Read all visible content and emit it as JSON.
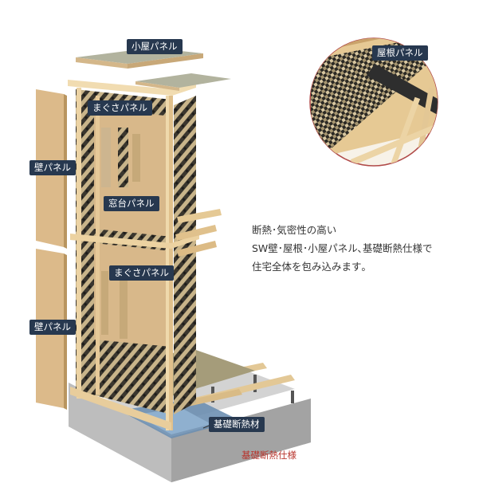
{
  "labels": {
    "attic_panel": "小屋パネル",
    "roof_panel": "屋根パネル",
    "magusa_panel_upper": "まぐさパネル",
    "wall_panel_upper": "壁パネル",
    "window_sill_panel": "窓台パネル",
    "magusa_panel_lower": "まぐさパネル",
    "wall_panel_lower": "壁パネル",
    "foundation_insulation": "基礎断熱材"
  },
  "description": {
    "line1": "断熱･気密性の高い",
    "line2": "SW壁･屋根･小屋パネル､基礎断熱仕様で",
    "line3": "住宅全体を包み込みます｡"
  },
  "caption": "基礎断熱仕様",
  "colors": {
    "label_bg": "#27384f",
    "caption": "#b8342c",
    "timber": "#e2c391",
    "osb": "#d9b98c",
    "foam": "#2c2c2c",
    "concrete": "#b9b9b9"
  }
}
